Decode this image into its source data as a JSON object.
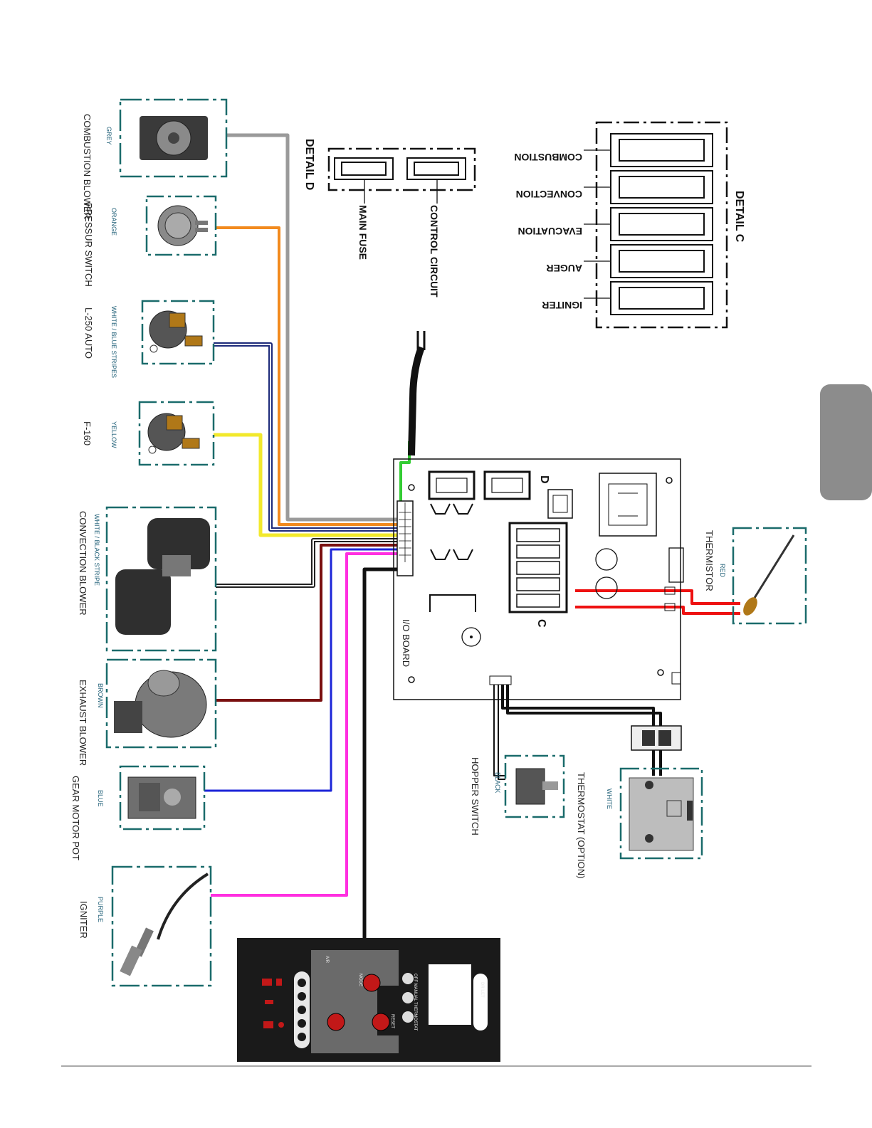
{
  "components": {
    "combustion_blower": {
      "wire_color": "GREY",
      "name": "COMBUSTION BLOWER"
    },
    "pressure_switch": {
      "wire_color": "ORANGE",
      "name": "PRESSUR SWITCH"
    },
    "l250": {
      "wire_color": "WHITE / BLUE STRIPES",
      "name": "L-250 AUTO"
    },
    "f160": {
      "wire_color": "YELLOW",
      "name": "F-160"
    },
    "convection_blower": {
      "wire_color": "WHITE / BLACK STRIPE",
      "name": "CONVECTION BLOWER"
    },
    "exhaust_blower": {
      "wire_color": "BROWN",
      "name": "EXHAUST BLOWER"
    },
    "gear_motor": {
      "wire_color": "BLUE",
      "name": "GEAR MOTOR POT"
    },
    "igniter": {
      "wire_color": "PURPLE",
      "name": "IGNITER"
    },
    "thermistor": {
      "wire_color": "RED",
      "name": "THERMISTOR"
    },
    "thermostat": {
      "wire_color": "WHITE",
      "name": "THERMOSTAT (OPTION)"
    },
    "hopper_switch": {
      "wire_color": "BLACK",
      "name": "HOPPER SWITCH"
    }
  },
  "detail_c": {
    "title": "DETAIL C",
    "fuses": [
      "COMBUSTION",
      "CONVECTION",
      "EVACUATION",
      "AUGER",
      "IGNITER"
    ]
  },
  "detail_d": {
    "title": "DETAIL D",
    "fuses": [
      "MAIN FUSE",
      "CONTROL CIRCUIT"
    ]
  },
  "board": {
    "label": "I/O BOARD",
    "marker_c": "C",
    "marker_d": "D"
  },
  "panel": {
    "brand": "DR LET",
    "mode": "MODE",
    "reset": "RESET",
    "switch_labels": "OFF   MANUAL   THERMOSTAT",
    "ar": "A/R"
  },
  "colors": {
    "grey": "#9a9a9a",
    "orange": "#f28a1e",
    "navy": "#1d2a7a",
    "yellow": "#f2e92c",
    "brown": "#7a1010",
    "blue": "#1c25d8",
    "magenta": "#ff2fe0",
    "black": "#111111",
    "red": "#ee1111",
    "green": "#33cc33",
    "teal": "#1a6b6b",
    "tab": "#8c8c8c"
  }
}
